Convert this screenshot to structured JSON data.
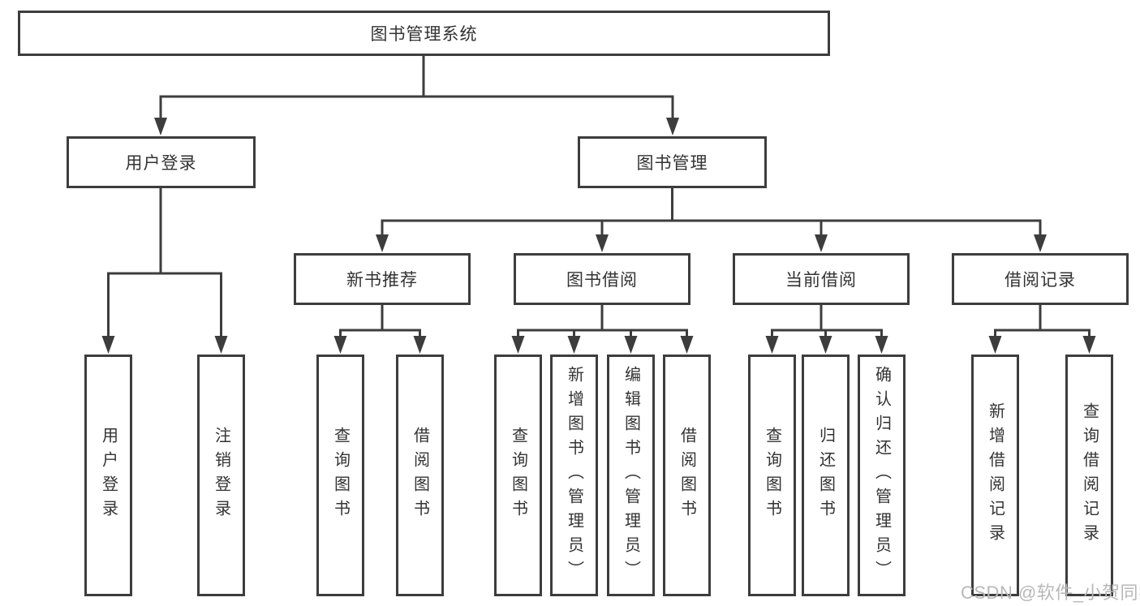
{
  "diagram": {
    "root": {
      "label": "图书管理系统"
    },
    "branches": [
      {
        "label": "用户登录",
        "children": [
          {
            "label": "用户登录"
          },
          {
            "label": "注销登录"
          }
        ]
      },
      {
        "label": "图书管理",
        "sections": [
          {
            "label": "新书推荐",
            "children": [
              {
                "label": "查询图书"
              },
              {
                "label": "借阅图书"
              }
            ]
          },
          {
            "label": "图书借阅",
            "children": [
              {
                "label": "查询图书"
              },
              {
                "label": "新增图书（管理员）"
              },
              {
                "label": "编辑图书（管理员）"
              },
              {
                "label": "借阅图书"
              }
            ]
          },
          {
            "label": "当前借阅",
            "children": [
              {
                "label": "查询图书"
              },
              {
                "label": "归还图书"
              },
              {
                "label": "确认归还（管理员）"
              }
            ]
          },
          {
            "label": "借阅记录",
            "children": [
              {
                "label": "新增借阅记录"
              },
              {
                "label": "查询借阅记录"
              }
            ]
          }
        ]
      }
    ]
  },
  "watermark": {
    "text": "CSDN @软件_小贺同学"
  },
  "colors": {
    "line": "#3d3d3d",
    "text": "#333333",
    "watermark": "#b8b8b8",
    "background": "#ffffff"
  }
}
